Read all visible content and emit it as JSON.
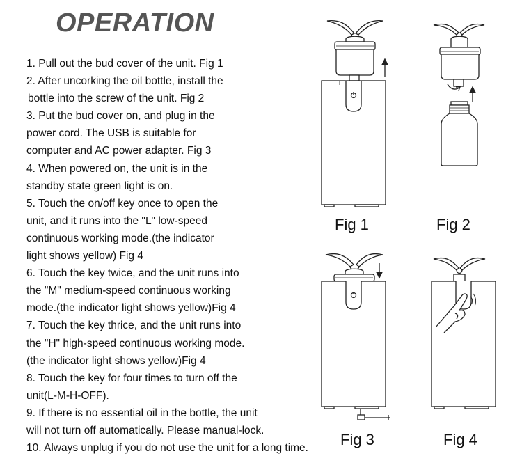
{
  "title": "OPERATION",
  "steps": [
    "1. Pull out the bud cover of the unit. Fig 1",
    "2. After uncorking the oil bottle, install the",
    "    bottle into the screw of the unit. Fig 2",
    "3. Put the bud cover on, and plug in the",
    "    power cord. The USB is suitable for",
    "    computer and AC power adapter. Fig 3",
    "4. When powered on, the unit is in the",
    "    standby state green light is on.",
    "5. Touch the on/off key once to open the",
    "    unit, and it runs into the \"L\" low-speed",
    "    continuous working mode.(the indicator",
    "    light shows yellow) Fig 4",
    "6. Touch the key twice, and the unit runs into",
    "    the \"M\" medium-speed continuous working",
    "    mode.(the indicator light shows yellow)Fig 4",
    "7. Touch the key thrice, and the unit runs into",
    "    the \"H\" high-speed continuous working mode.",
    "    (the indicator light shows yellow)Fig 4",
    "8. Touch the key for four times to turn off the",
    "    unit(L-M-H-OFF).",
    "9. If there is no essential oil in the bottle, the unit",
    "    will not turn off automatically. Please manual-lock.",
    "10. Always unplug if you do not use the unit for a long time."
  ],
  "figures": {
    "fig1": "Fig 1",
    "fig2": "Fig 2",
    "fig3": "Fig 3",
    "fig4": "Fig 4"
  }
}
